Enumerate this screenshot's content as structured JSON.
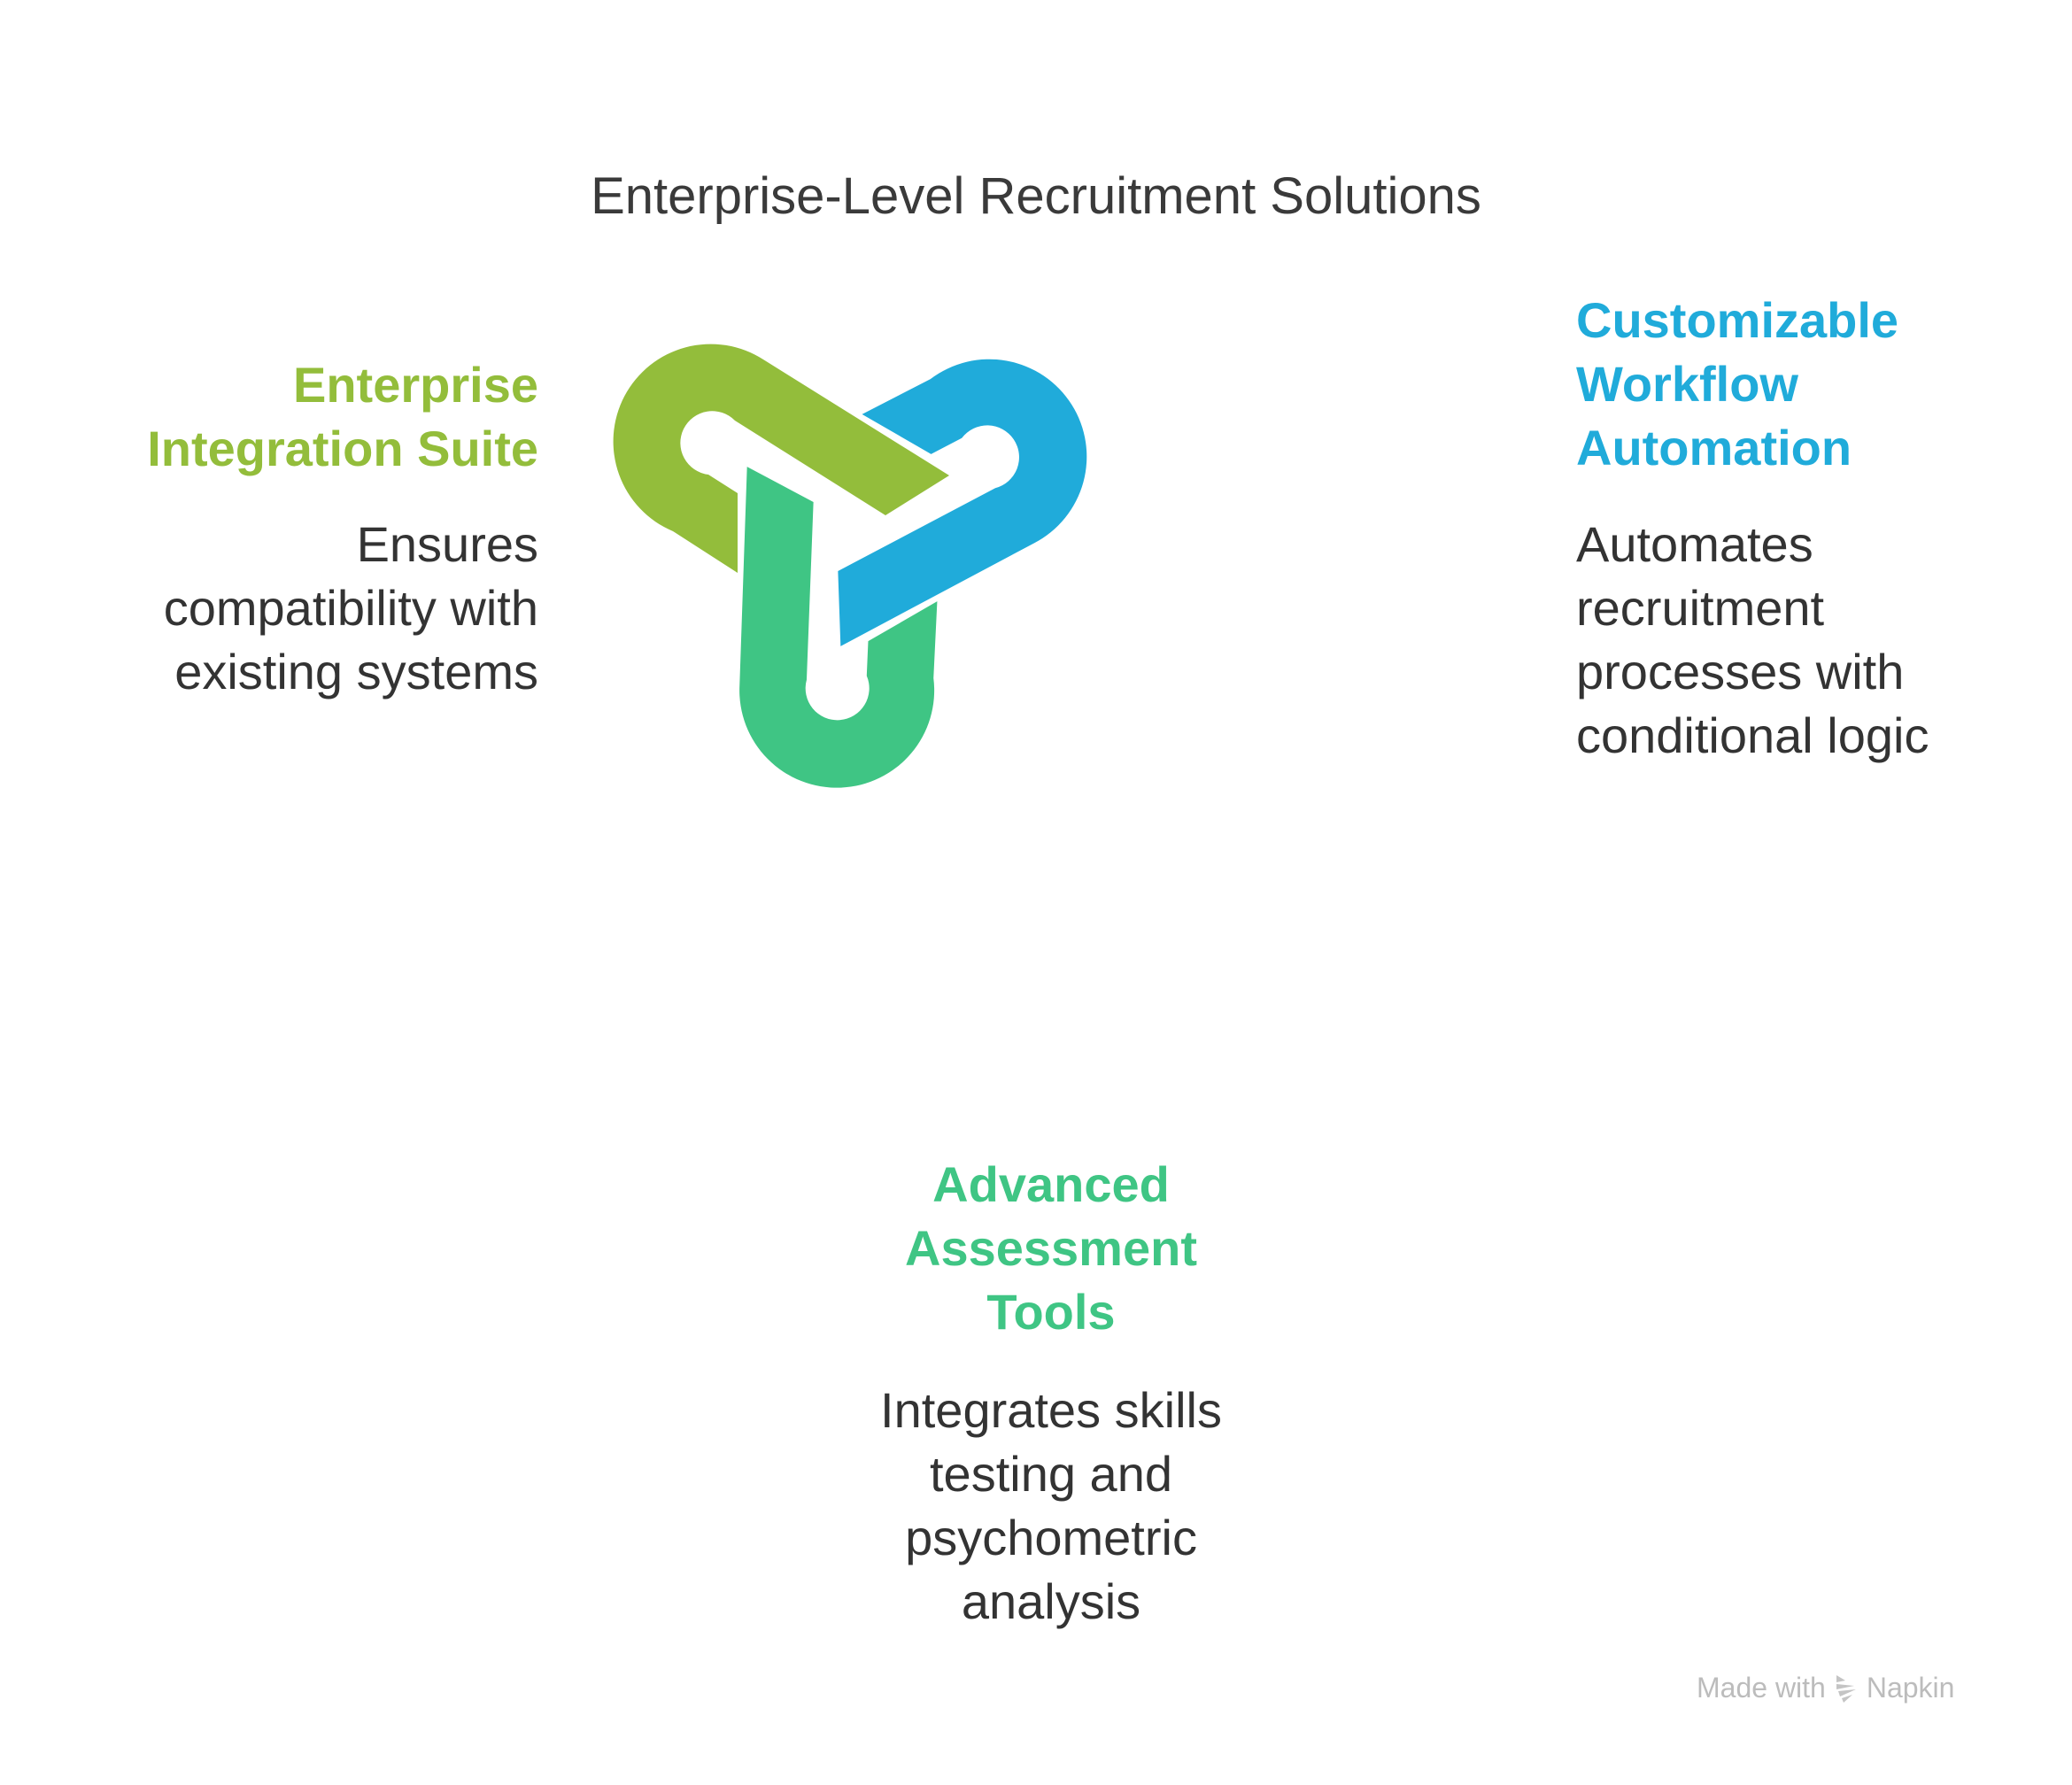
{
  "title": "Enterprise-Level Recruitment Solutions",
  "items": [
    {
      "heading": [
        "Enterprise",
        "Integration Suite"
      ],
      "description": [
        "Ensures",
        "compatibility with",
        "existing systems"
      ],
      "color": "#93BD3B"
    },
    {
      "heading": [
        "Customizable",
        "Workflow",
        "Automation"
      ],
      "description": [
        "Automates",
        "recruitment",
        "processes with",
        "conditional logic"
      ],
      "color": "#20ABDA"
    },
    {
      "heading": [
        "Advanced",
        "Assessment",
        "Tools"
      ],
      "description": [
        "Integrates skills",
        "testing and",
        "psychometric",
        "analysis"
      ],
      "color": "#3FC584"
    }
  ],
  "footer": {
    "prefix": "Made with",
    "brand": "Napkin",
    "icon": "napkin-logo-icon"
  }
}
